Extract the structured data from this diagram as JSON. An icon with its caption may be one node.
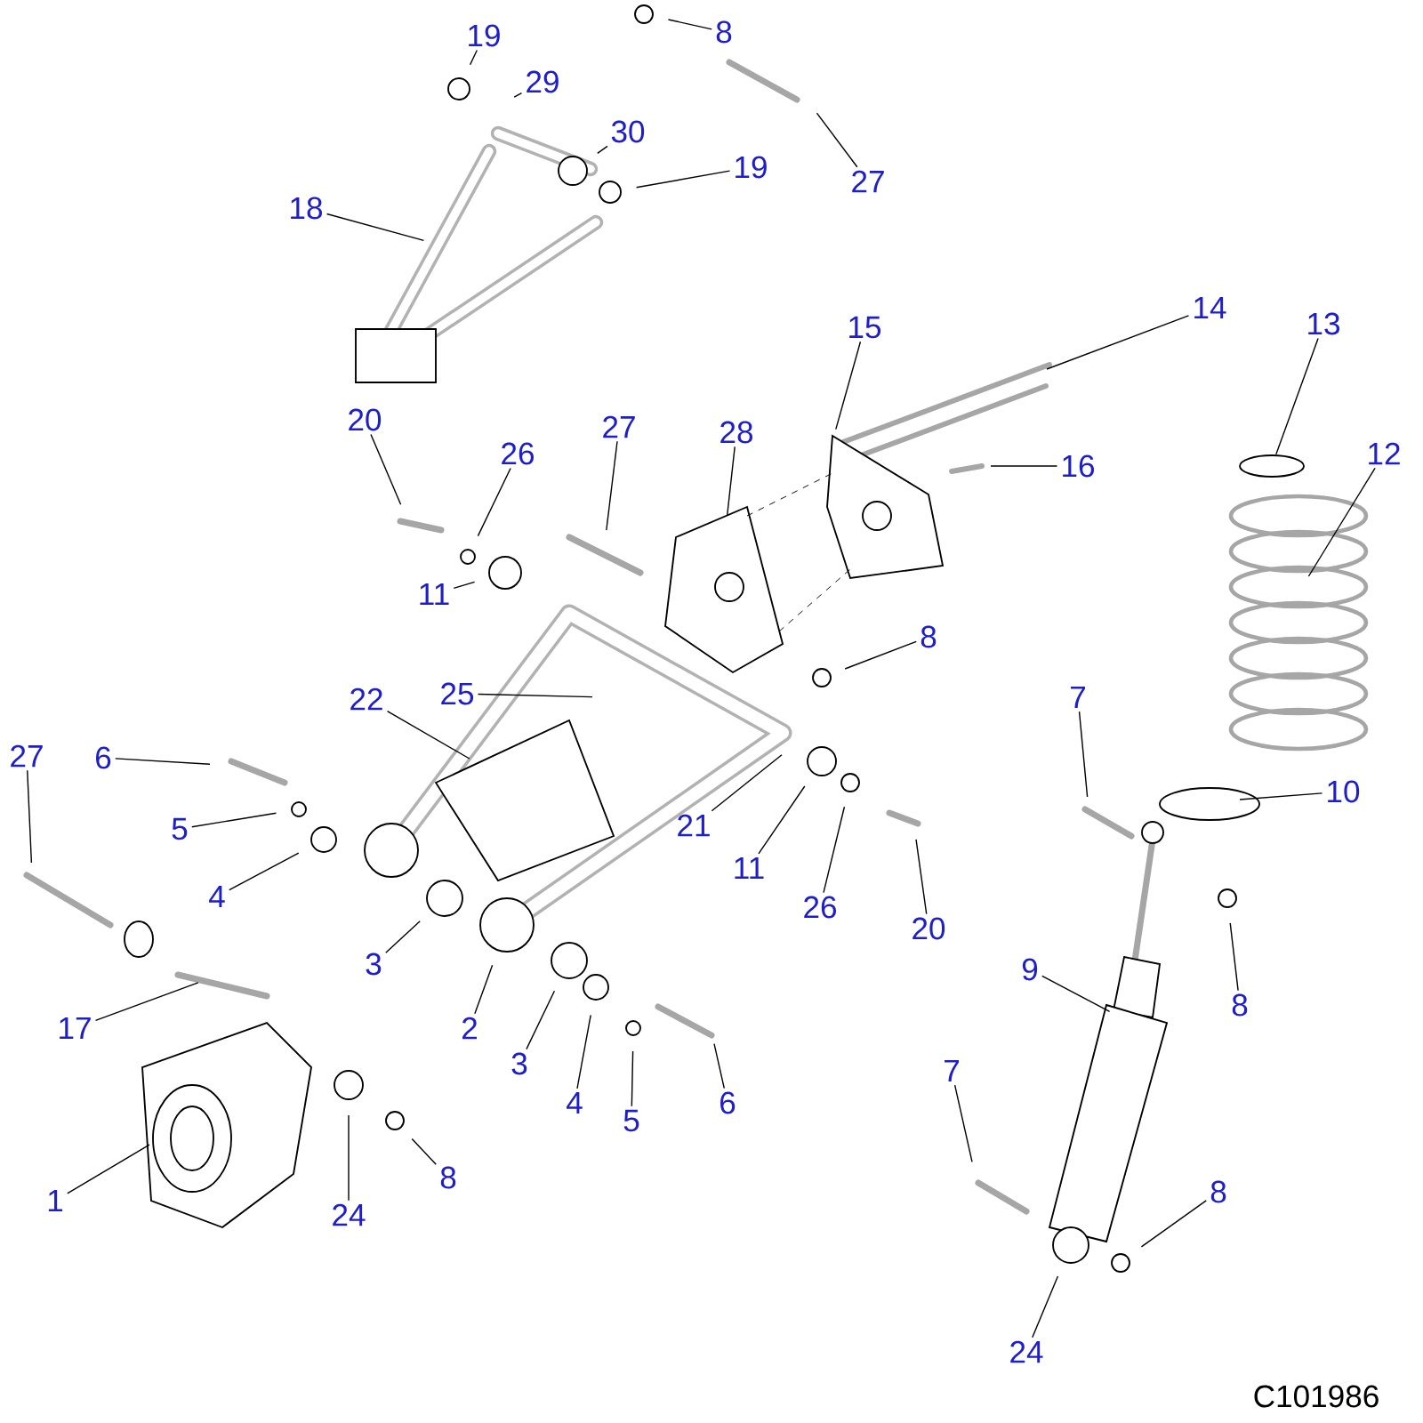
{
  "diagram": {
    "nodes": [
      {
        "text": [
          "19"
        ]
      },
      {
        "text": [
          "8"
        ]
      },
      {
        "text": [
          "29"
        ]
      },
      {
        "text": [
          "30"
        ]
      },
      {
        "text": [
          "19"
        ]
      },
      {
        "text": [
          "27"
        ]
      },
      {
        "text": [
          "18"
        ]
      },
      {
        "text": [
          "20"
        ]
      },
      {
        "text": [
          "26"
        ]
      },
      {
        "text": [
          "27"
        ]
      },
      {
        "text": [
          "28"
        ]
      },
      {
        "text": [
          "15"
        ]
      },
      {
        "text": [
          "14"
        ]
      },
      {
        "text": [
          "16"
        ]
      },
      {
        "text": [
          "13"
        ]
      },
      {
        "text": [
          "12"
        ]
      },
      {
        "text": [
          "11"
        ]
      },
      {
        "text": [
          "25"
        ]
      },
      {
        "text": [
          "22"
        ]
      },
      {
        "text": [
          "8"
        ]
      },
      {
        "text": [
          "27"
        ]
      },
      {
        "text": [
          "6"
        ]
      },
      {
        "text": [
          "5"
        ]
      },
      {
        "text": [
          "4"
        ]
      },
      {
        "text": [
          "21"
        ]
      },
      {
        "text": [
          "11"
        ]
      },
      {
        "text": [
          "26"
        ]
      },
      {
        "text": [
          "20"
        ]
      },
      {
        "text": [
          "7"
        ]
      },
      {
        "text": [
          "10"
        ]
      },
      {
        "text": [
          "3"
        ]
      },
      {
        "text": [
          "2"
        ]
      },
      {
        "text": [
          "3"
        ]
      },
      {
        "text": [
          "4"
        ]
      },
      {
        "text": [
          "5"
        ]
      },
      {
        "text": [
          "6"
        ]
      },
      {
        "text": [
          "17"
        ]
      },
      {
        "text": [
          "9"
        ]
      },
      {
        "text": [
          "8"
        ]
      },
      {
        "text": [
          "7"
        ]
      },
      {
        "text": [
          "24"
        ]
      },
      {
        "text": [
          "8"
        ]
      },
      {
        "text": [
          "1"
        ]
      },
      {
        "text": [
          "8"
        ]
      },
      {
        "text": [
          "24"
        ]
      }
    ],
    "edges": [
      {
        "from": 0,
        "to": null,
        "arrow": "none"
      },
      {
        "from": 1,
        "to": null,
        "arrow": "none"
      },
      {
        "from": 2,
        "to": null,
        "arrow": "none"
      },
      {
        "from": 3,
        "to": null,
        "arrow": "none"
      },
      {
        "from": 4,
        "to": null,
        "arrow": "none"
      },
      {
        "from": 5,
        "to": null,
        "arrow": "none"
      },
      {
        "from": 6,
        "to": null,
        "arrow": "none"
      },
      {
        "from": 7,
        "to": null,
        "arrow": "none"
      },
      {
        "from": 8,
        "to": null,
        "arrow": "none"
      },
      {
        "from": 9,
        "to": null,
        "arrow": "none"
      },
      {
        "from": 10,
        "to": null,
        "arrow": "none"
      },
      {
        "from": 11,
        "to": null,
        "arrow": "none"
      },
      {
        "from": 12,
        "to": null,
        "arrow": "none"
      },
      {
        "from": 13,
        "to": null,
        "arrow": "none"
      },
      {
        "from": 14,
        "to": null,
        "arrow": "none"
      },
      {
        "from": 15,
        "to": null,
        "arrow": "none"
      },
      {
        "from": 16,
        "to": null,
        "arrow": "none"
      },
      {
        "from": 17,
        "to": null,
        "arrow": "none"
      },
      {
        "from": 18,
        "to": null,
        "arrow": "none"
      },
      {
        "from": 19,
        "to": null,
        "arrow": "none"
      },
      {
        "from": 20,
        "to": null,
        "arrow": "none"
      },
      {
        "from": 21,
        "to": null,
        "arrow": "none"
      },
      {
        "from": 22,
        "to": null,
        "arrow": "none"
      },
      {
        "from": 23,
        "to": null,
        "arrow": "none"
      },
      {
        "from": 24,
        "to": null,
        "arrow": "none"
      },
      {
        "from": 25,
        "to": null,
        "arrow": "none"
      },
      {
        "from": 26,
        "to": null,
        "arrow": "none"
      },
      {
        "from": 27,
        "to": null,
        "arrow": "none"
      },
      {
        "from": 28,
        "to": null,
        "arrow": "none"
      },
      {
        "from": 29,
        "to": null,
        "arrow": "none"
      },
      {
        "from": 30,
        "to": null,
        "arrow": "none"
      },
      {
        "from": 31,
        "to": null,
        "arrow": "none"
      },
      {
        "from": 32,
        "to": null,
        "arrow": "none"
      },
      {
        "from": 33,
        "to": null,
        "arrow": "none"
      },
      {
        "from": 34,
        "to": null,
        "arrow": "none"
      },
      {
        "from": 35,
        "to": null,
        "arrow": "none"
      },
      {
        "from": 36,
        "to": null,
        "arrow": "none"
      },
      {
        "from": 37,
        "to": null,
        "arrow": "none"
      },
      {
        "from": 38,
        "to": null,
        "arrow": "none"
      },
      {
        "from": 39,
        "to": null,
        "arrow": "none"
      },
      {
        "from": 40,
        "to": null,
        "arrow": "none"
      },
      {
        "from": 41,
        "to": null,
        "arrow": "none"
      },
      {
        "from": 42,
        "to": null,
        "arrow": "none"
      },
      {
        "from": 43,
        "to": null,
        "arrow": "none"
      },
      {
        "from": 44,
        "to": null,
        "arrow": "none"
      }
    ],
    "labels": [
      "C101986"
    ]
  }
}
